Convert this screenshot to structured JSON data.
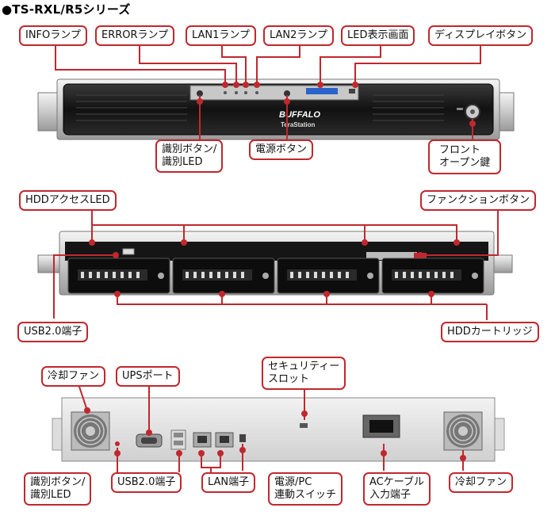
{
  "title": "●TS-RXL/R5シリーズ",
  "front": {
    "info_lamp": "INFOランプ",
    "error_lamp": "ERRORランプ",
    "lan1_lamp": "LAN1ランプ",
    "lan2_lamp": "LAN2ランプ",
    "led_display": "LED表示画面",
    "display_button": "ディスプレイボタン",
    "id_button_line1": "識別ボタン/",
    "id_button_line2": "識別LED",
    "power_button": "電源ボタン",
    "front_lock_line1": "フロント",
    "front_lock_line2": "オープン鍵",
    "brand": "BUFFALO",
    "model": "TeraStation"
  },
  "drives": {
    "hdd_access_led": "HDDアクセスLED",
    "function_button": "ファンクションボタン",
    "usb_port": "USB2.0端子",
    "hdd_cartridge": "HDDカートリッジ"
  },
  "rear": {
    "fan_left": "冷却ファン",
    "ups_port": "UPSポート",
    "security_slot_line1": "セキュリティー",
    "security_slot_line2": "スロット",
    "id_button_line1": "識別ボタン/",
    "id_button_line2": "識別LED",
    "usb_port": "USB2.0端子",
    "lan_port": "LAN端子",
    "power_switch_line1": "電源/PC",
    "power_switch_line2": "連動スイッチ",
    "ac_inlet_line1": "ACケーブル",
    "ac_inlet_line2": "入力端子",
    "fan_right": "冷却ファン"
  },
  "colors": {
    "accent": "#c0282e",
    "panel": "#1a1a1a",
    "chassis": "#e4e4e4"
  }
}
